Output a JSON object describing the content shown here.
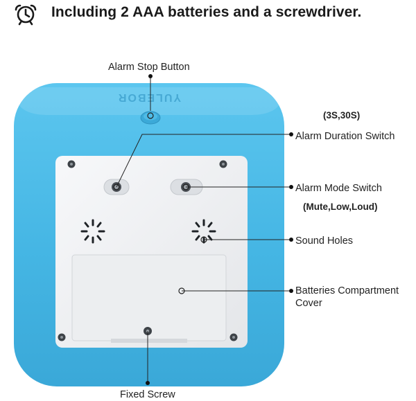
{
  "headline": {
    "icon": "alarm-clock-icon",
    "text": "Including 2 AAA batteries and a screwdriver."
  },
  "callouts": {
    "alarm_stop_button": "Alarm Stop Button",
    "alarm_duration_note": "(3S,30S)",
    "alarm_duration_switch": "Alarm Duration Switch",
    "alarm_mode_switch": "Alarm Mode Switch",
    "alarm_mode_options": "(Mute,Low,Loud)",
    "sound_holes": "Sound Holes",
    "batteries_cover_line1": "Batteries Compartment",
    "batteries_cover_line2": "Cover",
    "fixed_screw": "Fixed Screw"
  },
  "product_embossing": "YULEBOR",
  "colors": {
    "body_blue": "#47b8e6",
    "panel": "#f1f2f4",
    "cover": "#e9eaec",
    "leader_line": "#222222",
    "text": "#1a1a1a"
  }
}
